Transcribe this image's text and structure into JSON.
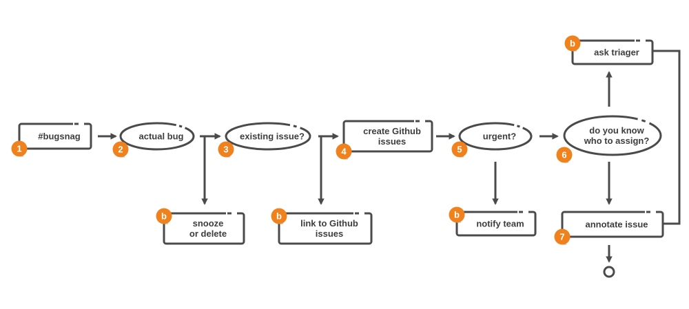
{
  "colors": {
    "stroke": "#4a4a4a",
    "badge": "#f0821e",
    "text": "#3d3d3d",
    "shadow": "#c8c8c8"
  },
  "nodes": {
    "bugsnag": {
      "badge": "1",
      "lines": [
        "#bugsnag"
      ]
    },
    "actual_bug": {
      "badge": "2",
      "lines": [
        "actual bug"
      ]
    },
    "existing_issue": {
      "badge": "3",
      "lines": [
        "existing issue?"
      ]
    },
    "create_github": {
      "badge": "4",
      "lines": [
        "create Github",
        "issues"
      ]
    },
    "urgent": {
      "badge": "5",
      "lines": [
        "urgent?"
      ]
    },
    "know_assign": {
      "badge": "6",
      "lines": [
        "do you know",
        "who to assign?"
      ]
    },
    "annotate_issue": {
      "badge": "7",
      "lines": [
        "annotate issue"
      ]
    },
    "snooze_delete": {
      "badge": "b",
      "lines": [
        "snooze",
        "or delete"
      ]
    },
    "link_github": {
      "badge": "b",
      "lines": [
        "link to Github",
        "issues"
      ]
    },
    "notify_team": {
      "badge": "b",
      "lines": [
        "notify team"
      ]
    },
    "ask_triager": {
      "badge": "b",
      "lines": [
        "ask triager"
      ]
    }
  }
}
